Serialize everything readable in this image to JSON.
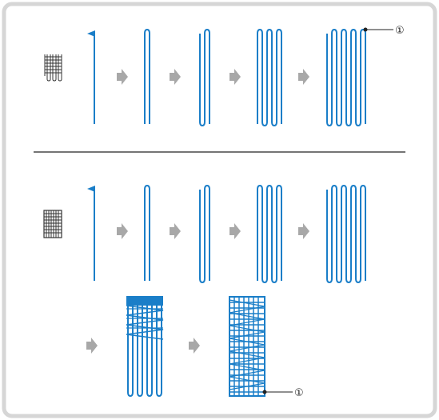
{
  "diagram": {
    "top_section": {
      "pattern_icon": "darning-stitch-pattern-outline",
      "steps": [
        "upward-arrow",
        "single-loop",
        "double-loop",
        "triple-loop",
        "quadruple-loop"
      ],
      "marker_label": "①"
    },
    "bottom_section": {
      "pattern_icon": "darning-stitch-pattern-grid",
      "steps": [
        "upward-arrow",
        "single-loop",
        "double-loop",
        "triple-loop",
        "quadruple-loop"
      ],
      "continuation_steps": [
        "horizontal-zigzag-over-loops",
        "completed-darning-patch"
      ],
      "marker_label": "①"
    },
    "colors": {
      "frame_border": "#d6d6d6",
      "stitch_blue": "#1a7ec8",
      "step_arrow_gray": "#a8a8a8",
      "icon_dark": "#333333",
      "divider": "#222222"
    }
  }
}
